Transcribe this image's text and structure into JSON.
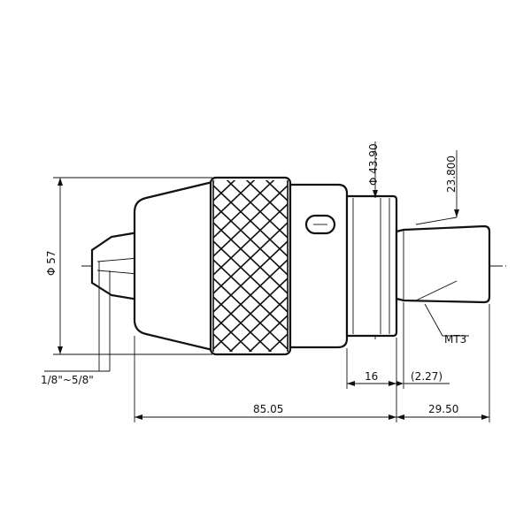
{
  "dimensions": {
    "overall_diameter": "Φ 57",
    "capacity": "1/8\"~5/8\"",
    "collar_diameter": "Φ 43.90",
    "taper_diameter": "23.800",
    "taper_type": "MT3",
    "collar_length": "16",
    "gap_length": "(2.27)",
    "body_length": "85.05",
    "taper_length": "29.50"
  }
}
